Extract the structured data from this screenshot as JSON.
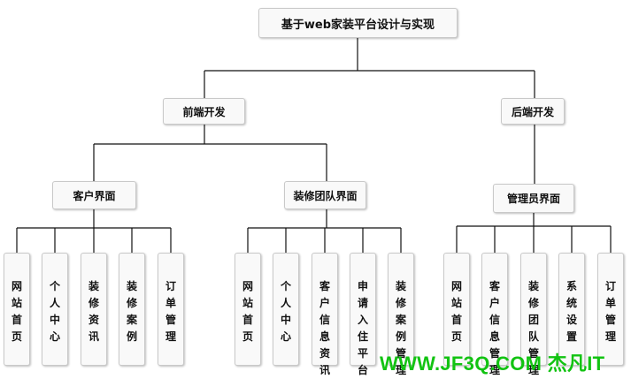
{
  "diagram": {
    "root": {
      "label": "基于web家装平台设计与实现"
    },
    "frontend": {
      "label": "前端开发",
      "groups": [
        {
          "label": "客户界面",
          "leaves": [
            "网站首页",
            "个人中心",
            "装修资讯",
            "装修案例",
            "订单管理"
          ]
        },
        {
          "label": "装修团队界面",
          "leaves": [
            "网站首页",
            "个人中心",
            "客户信息资讯",
            "申请入住平台",
            "装修案例管理"
          ]
        }
      ]
    },
    "backend": {
      "label": "后端开发",
      "groups": [
        {
          "label": "管理员界面",
          "leaves": [
            "网站首页",
            "客户信息管理",
            "装修团队管理",
            "系统设置",
            "订单管理"
          ]
        }
      ]
    }
  },
  "watermark": "WWW.JF3Q.COM 杰凡IT"
}
